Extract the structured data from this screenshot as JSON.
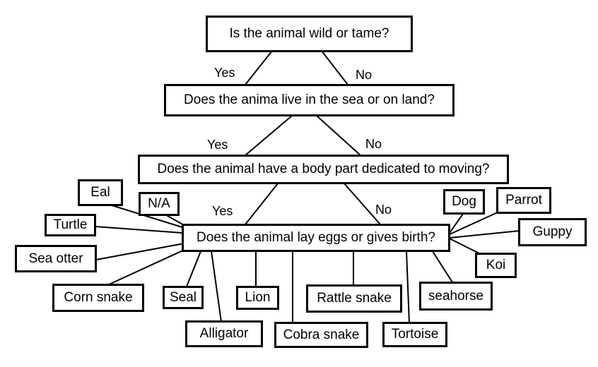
{
  "questions": {
    "q1": "Is the animal wild or tame?",
    "q2": "Does the anima live in the sea or on land?",
    "q3": "Does the animal have a body part dedicated to moving?",
    "q4": "Does the animal lay eggs or gives birth?"
  },
  "branch_labels": {
    "yes": "Yes",
    "no": "No"
  },
  "animals": {
    "eal": "Eal",
    "na": "N/A",
    "turtle": "Turtle",
    "sea_otter": "Sea otter",
    "corn_snake": "Corn snake",
    "seal": "Seal",
    "alligator": "Alligator",
    "lion": "Lion",
    "cobra_snake": "Cobra snake",
    "rattle_snake": "Rattle snake",
    "tortoise": "Tortoise",
    "seahorse": "seahorse",
    "koi": "Koi",
    "guppy": "Guppy",
    "dog": "Dog",
    "parrot": "Parrot"
  }
}
